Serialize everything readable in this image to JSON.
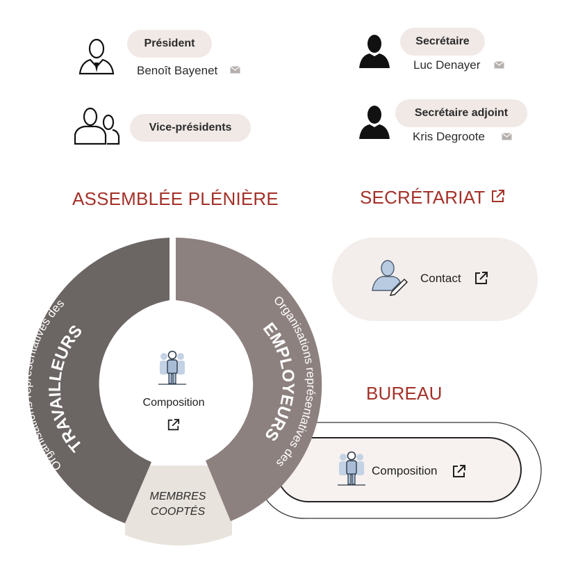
{
  "officers": {
    "president": {
      "role": "Président",
      "name": "Benoît Bayenet"
    },
    "secretary": {
      "role": "Secrétaire",
      "name": "Luc Denayer"
    },
    "vice_presidents": {
      "role": "Vice-présidents"
    },
    "deputy_secretary": {
      "role": "Secrétaire adjoint",
      "name": "Kris Degroote"
    }
  },
  "headings": {
    "plenary": "ASSEMBLÉE PLÉNIÈRE",
    "secretariat": "SECRÉTARIAT",
    "bureau": "BUREAU"
  },
  "plenary_ring": {
    "workers_line1": "Organisations représentatives des",
    "workers_line2": "TRAVAILLEURS",
    "employers_line1": "Organisations représentatives des",
    "employers_line2": "EMPLOYEURS",
    "coopted_line1": "MEMBRES",
    "coopted_line2": "COOPTÉS",
    "center_label": "Composition"
  },
  "secretariat": {
    "contact_label": "Contact"
  },
  "bureau": {
    "composition_label": "Composition"
  },
  "colors": {
    "accent_heading": "#a33128",
    "pill": "#f1e9e6",
    "workers": "#6b6563",
    "employers": "#8d817f",
    "coopted": "#e8e3dc"
  },
  "icons": [
    "person-suit-icon",
    "person-silhouette-icon",
    "people-outline-icon",
    "mail-icon",
    "external-link-icon",
    "group-icon",
    "contact-person-icon"
  ]
}
